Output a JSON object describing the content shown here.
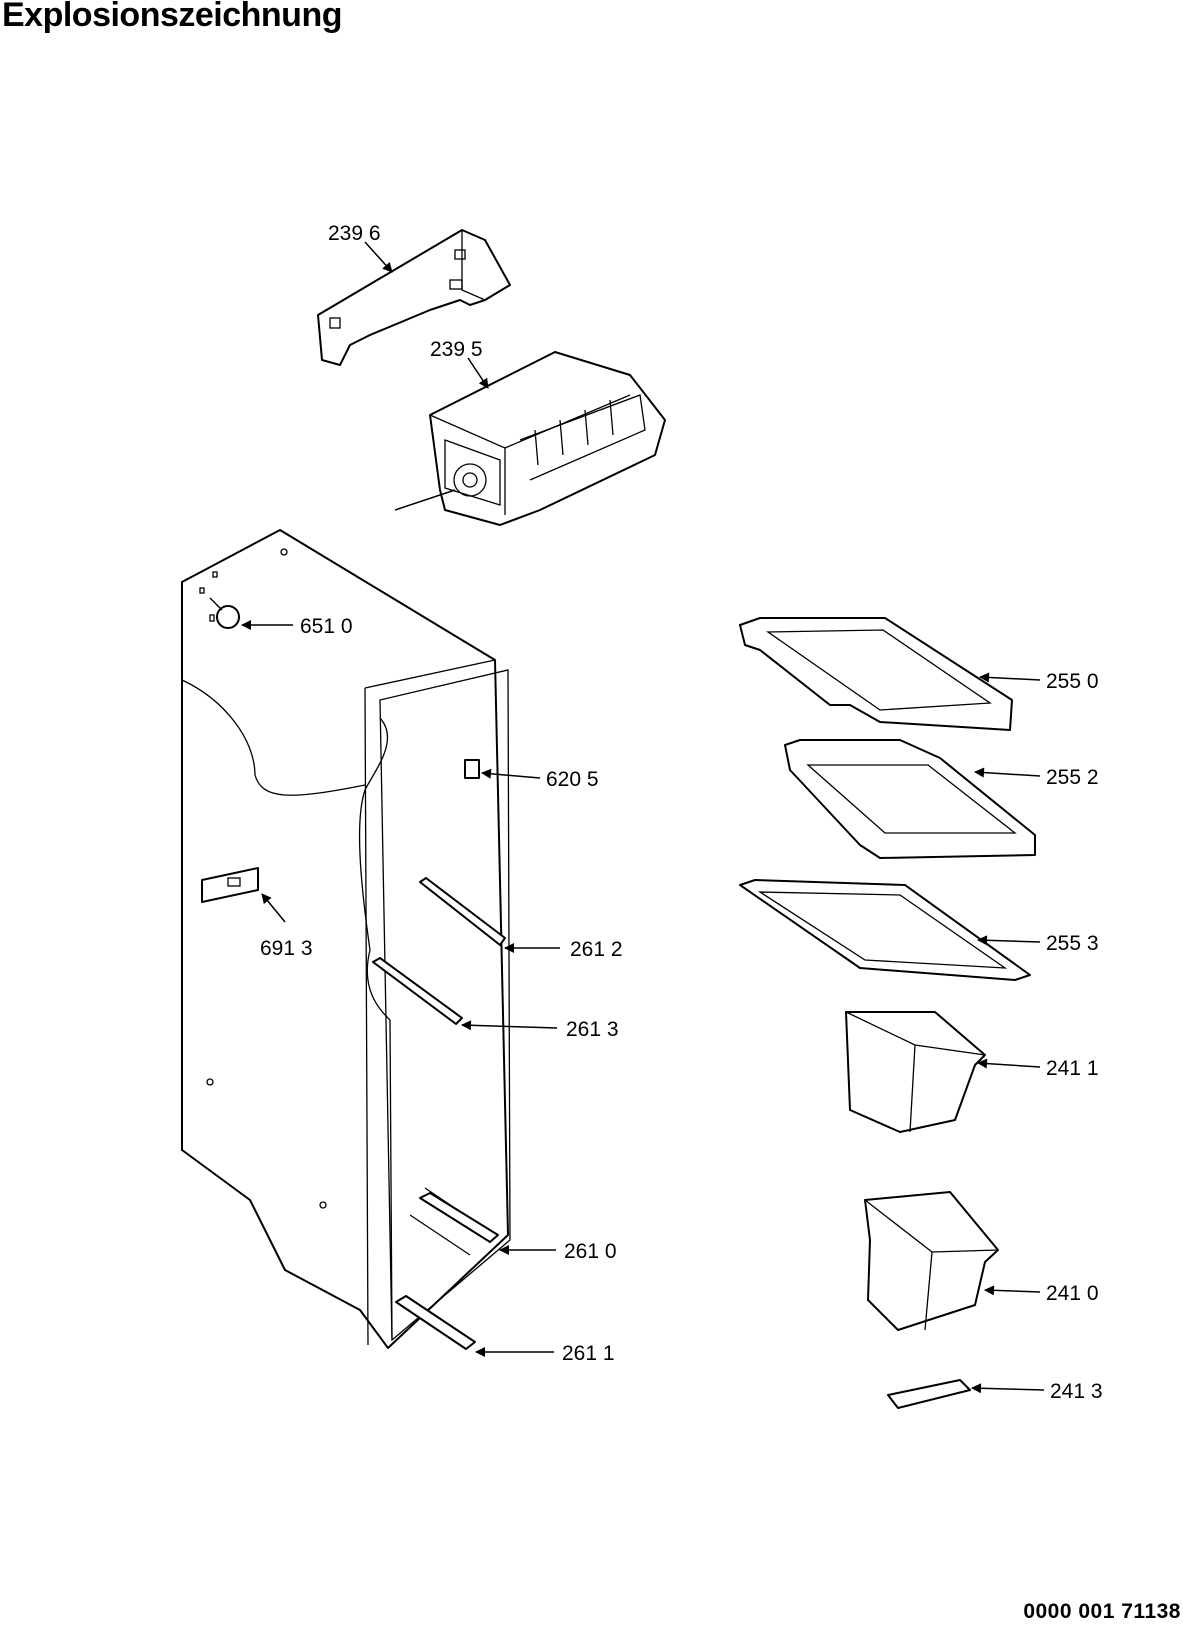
{
  "header": {
    "title": "Explosionszeichnung"
  },
  "footer": {
    "document_number": "0000 001 71138"
  },
  "callouts": [
    {
      "id": "c-2396",
      "label": "239 6"
    },
    {
      "id": "c-2395",
      "label": "239 5"
    },
    {
      "id": "c-6510",
      "label": "651 0"
    },
    {
      "id": "c-6205",
      "label": "620 5"
    },
    {
      "id": "c-6913",
      "label": "691 3"
    },
    {
      "id": "c-2612",
      "label": "261 2"
    },
    {
      "id": "c-2613",
      "label": "261 3"
    },
    {
      "id": "c-2610",
      "label": "261 0"
    },
    {
      "id": "c-2611",
      "label": "261 1"
    },
    {
      "id": "c-2550",
      "label": "255 0"
    },
    {
      "id": "c-2552",
      "label": "255 2"
    },
    {
      "id": "c-2553",
      "label": "255 3"
    },
    {
      "id": "c-2411",
      "label": "241 1"
    },
    {
      "id": "c-2410",
      "label": "241 0"
    },
    {
      "id": "c-2413",
      "label": "241 3"
    }
  ]
}
